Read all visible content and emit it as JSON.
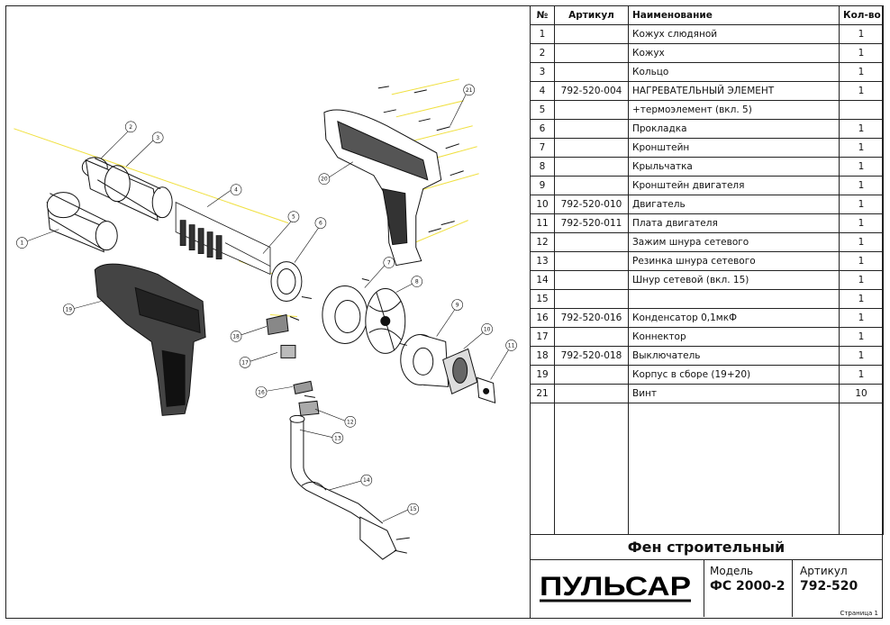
{
  "table": {
    "headers": {
      "num": "№",
      "article": "Артикул",
      "name": "Наименование",
      "qty": "Кол-во"
    },
    "rows": [
      {
        "num": "1",
        "article": "",
        "name": "Кожух слюдяной",
        "qty": "1"
      },
      {
        "num": "2",
        "article": "",
        "name": "Кожух",
        "qty": "1"
      },
      {
        "num": "3",
        "article": "",
        "name": "Кольцо",
        "qty": "1"
      },
      {
        "num": "4",
        "article": "792-520-004",
        "name": "НАГРЕВАТЕЛЬНЫЙ ЭЛЕМЕНТ",
        "qty": "1"
      },
      {
        "num": "5",
        "article": "",
        "name": "+термоэлемент (вкл. 5)",
        "qty": ""
      },
      {
        "num": "6",
        "article": "",
        "name": "Прокладка",
        "qty": "1"
      },
      {
        "num": "7",
        "article": "",
        "name": "Кронштейн",
        "qty": "1"
      },
      {
        "num": "8",
        "article": "",
        "name": "Крыльчатка",
        "qty": "1"
      },
      {
        "num": "9",
        "article": "",
        "name": "Кронштейн двигателя",
        "qty": "1"
      },
      {
        "num": "10",
        "article": "792-520-010",
        "name": "Двигатель",
        "qty": "1"
      },
      {
        "num": "11",
        "article": "792-520-011",
        "name": "Плата двигателя",
        "qty": "1"
      },
      {
        "num": "12",
        "article": "",
        "name": "Зажим шнура сетевого",
        "qty": "1"
      },
      {
        "num": "13",
        "article": "",
        "name": "Резинка шнура сетевого",
        "qty": "1"
      },
      {
        "num": "14",
        "article": "",
        "name": "Шнур сетевой (вкл. 15)",
        "qty": "1"
      },
      {
        "num": "15",
        "article": "",
        "name": "",
        "qty": "1"
      },
      {
        "num": "16",
        "article": "792-520-016",
        "name": "Конденсатор 0,1мкФ",
        "qty": "1"
      },
      {
        "num": "17",
        "article": "",
        "name": "Коннектор",
        "qty": "1"
      },
      {
        "num": "18",
        "article": "792-520-018",
        "name": "Выключатель",
        "qty": "1"
      },
      {
        "num": "19",
        "article": "",
        "name": "Корпус в сборе (19+20)",
        "qty": "1"
      },
      {
        "num": "21",
        "article": "",
        "name": "Винт",
        "qty": "10"
      }
    ]
  },
  "product_title": "Фен строительный",
  "brand": "ПУЛЬСАР",
  "model": {
    "label": "Модель",
    "value": "ФС 2000-2"
  },
  "article": {
    "label": "Артикул",
    "value": "792-520"
  },
  "page_label": "Страница 1",
  "callouts": [
    "1",
    "2",
    "3",
    "4",
    "5",
    "6",
    "7",
    "8",
    "9",
    "10",
    "11",
    "12",
    "13",
    "14",
    "15",
    "16",
    "17",
    "18",
    "19",
    "20",
    "21"
  ]
}
